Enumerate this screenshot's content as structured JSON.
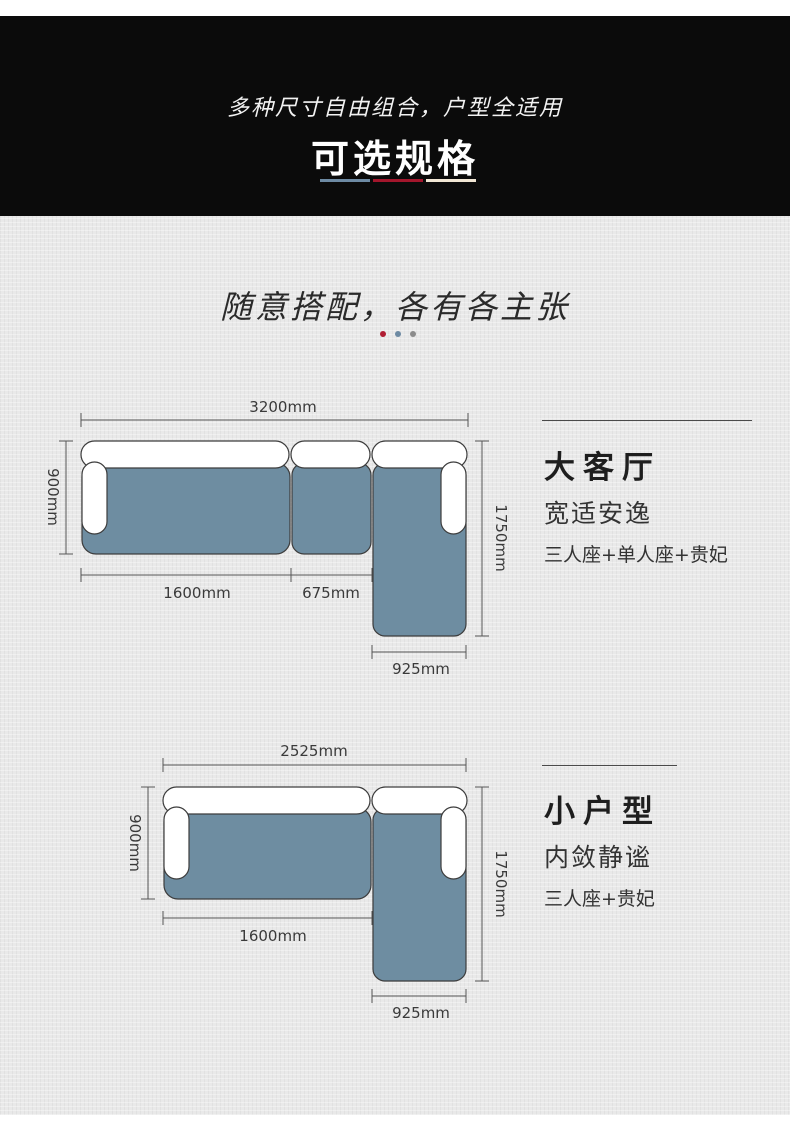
{
  "header": {
    "subtitle": "多种尺寸自由组合，户型全适用",
    "title": "可选规格",
    "bar_colors": [
      "#6d8aa3",
      "#a3162c",
      "#f1e6d4"
    ]
  },
  "section": {
    "heading": "随意搭配，各有各主张",
    "dot_colors": [
      "#b01e33",
      "#6d8aa3",
      "#8c8c8c"
    ]
  },
  "colors": {
    "cushion": "#6e8da1",
    "backrest": "#ffffff",
    "outline": "#3c3c3c"
  },
  "configs": [
    {
      "title": "大客厅",
      "subtitle": "宽适安逸",
      "description": "三人座+单人座+贵妃",
      "dims": {
        "total_width": "3200mm",
        "depth": "900mm",
        "chaise_length": "1750mm",
        "three_seat": "1600mm",
        "single_seat": "675mm",
        "chaise_width": "925mm"
      }
    },
    {
      "title": "小户型",
      "subtitle": "内敛静谧",
      "description": "三人座+贵妃",
      "dims": {
        "total_width": "2525mm",
        "depth": "900mm",
        "chaise_length": "1750mm",
        "three_seat": "1600mm",
        "chaise_width": "925mm"
      }
    }
  ]
}
